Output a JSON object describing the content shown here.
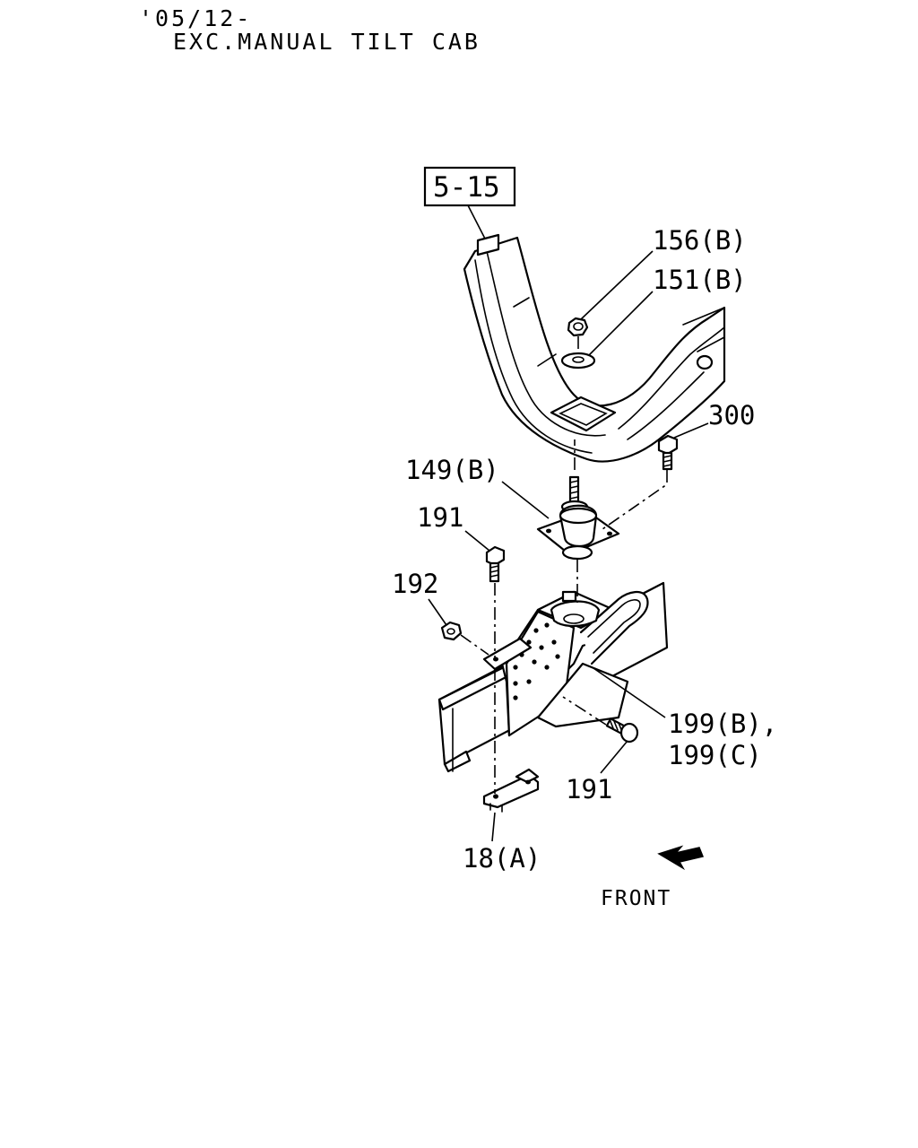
{
  "header": {
    "date_code": "'05/12-",
    "applicability": "EXC.MANUAL TILT CAB"
  },
  "reference_box": "5-15",
  "callouts": {
    "nut_156b": "156(B)",
    "washer_151b": "151(B)",
    "bolt_300": "300",
    "mount_149b": "149(B)",
    "bolt_191_upper": "191",
    "nut_192": "192",
    "bracket_199": "199(B),",
    "bracket_199_alt": "199(C)",
    "bolt_191_lower": "191",
    "plate_18a": "18(A)"
  },
  "direction_indicator": "FRONT",
  "icons": [
    "front-arrow-icon"
  ]
}
